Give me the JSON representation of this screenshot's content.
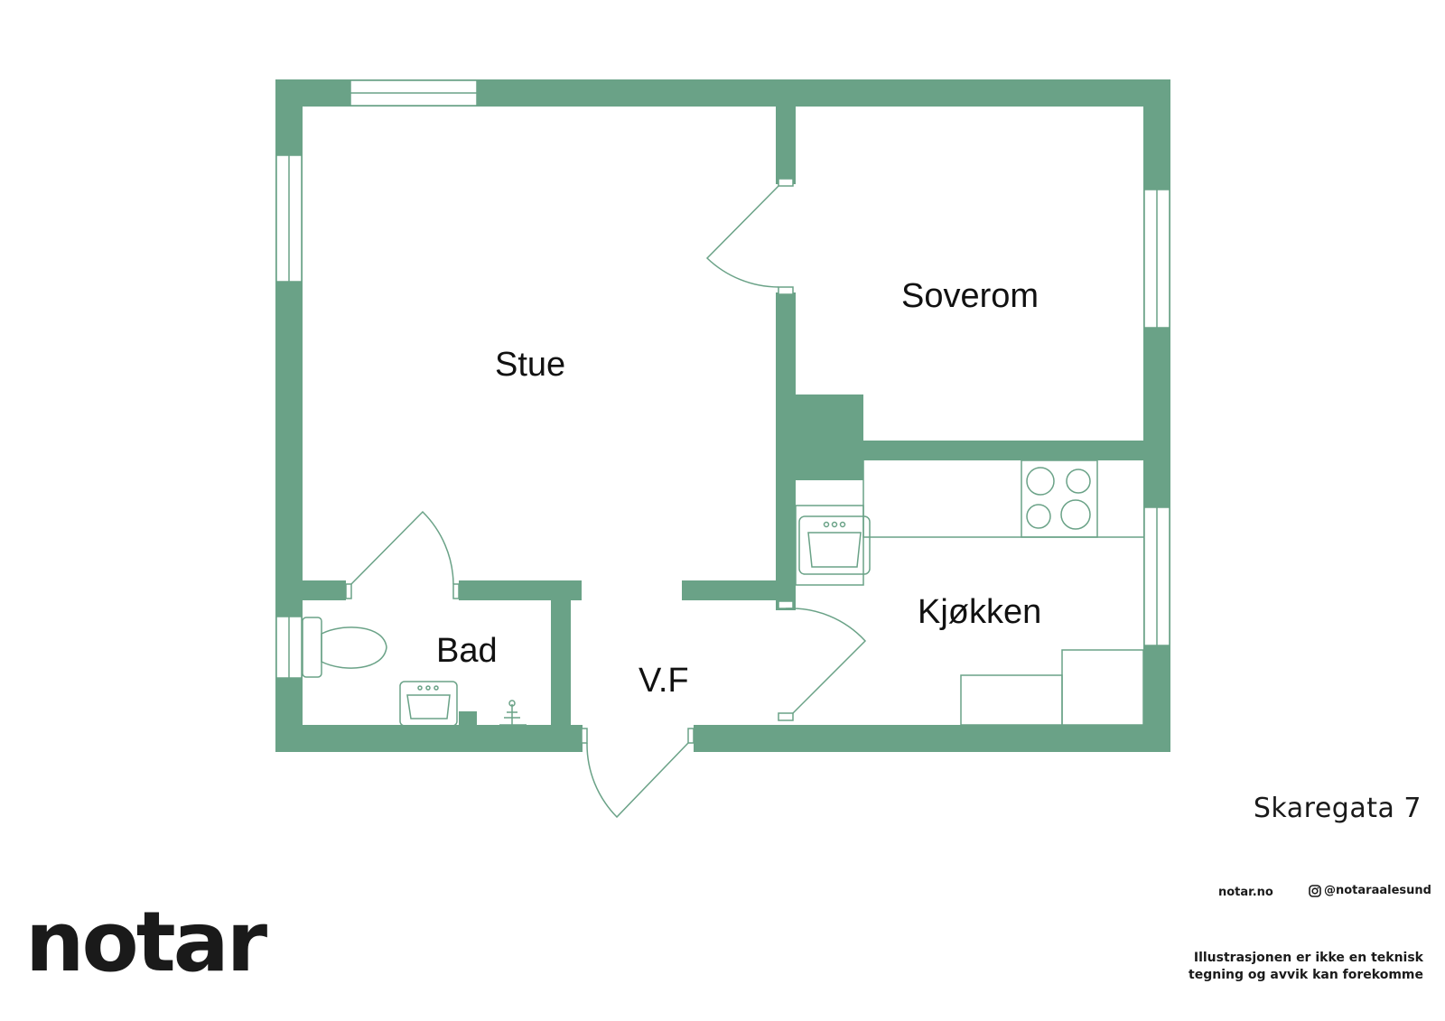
{
  "rooms": {
    "stue": "Stue",
    "soverom": "Soverom",
    "kjokken": "Kjøkken",
    "bad": "Bad",
    "vf": "V.F"
  },
  "address": "Skaregata 7",
  "footer": {
    "website": "notar.no",
    "instagram": "@notaraalesund",
    "disclaimer_line1": "Illustrasjonen er ikke en teknisk",
    "disclaimer_line2": "tegning og avvik kan forekomme"
  },
  "logo_text": "notar",
  "colors": {
    "wall": "#6aa287",
    "fixture_stroke": "#6aa287",
    "text": "#1a1a1a"
  },
  "icons": [
    "instagram-icon",
    "toilet-icon",
    "sink-icon",
    "faucet-icon",
    "stove-icon"
  ]
}
